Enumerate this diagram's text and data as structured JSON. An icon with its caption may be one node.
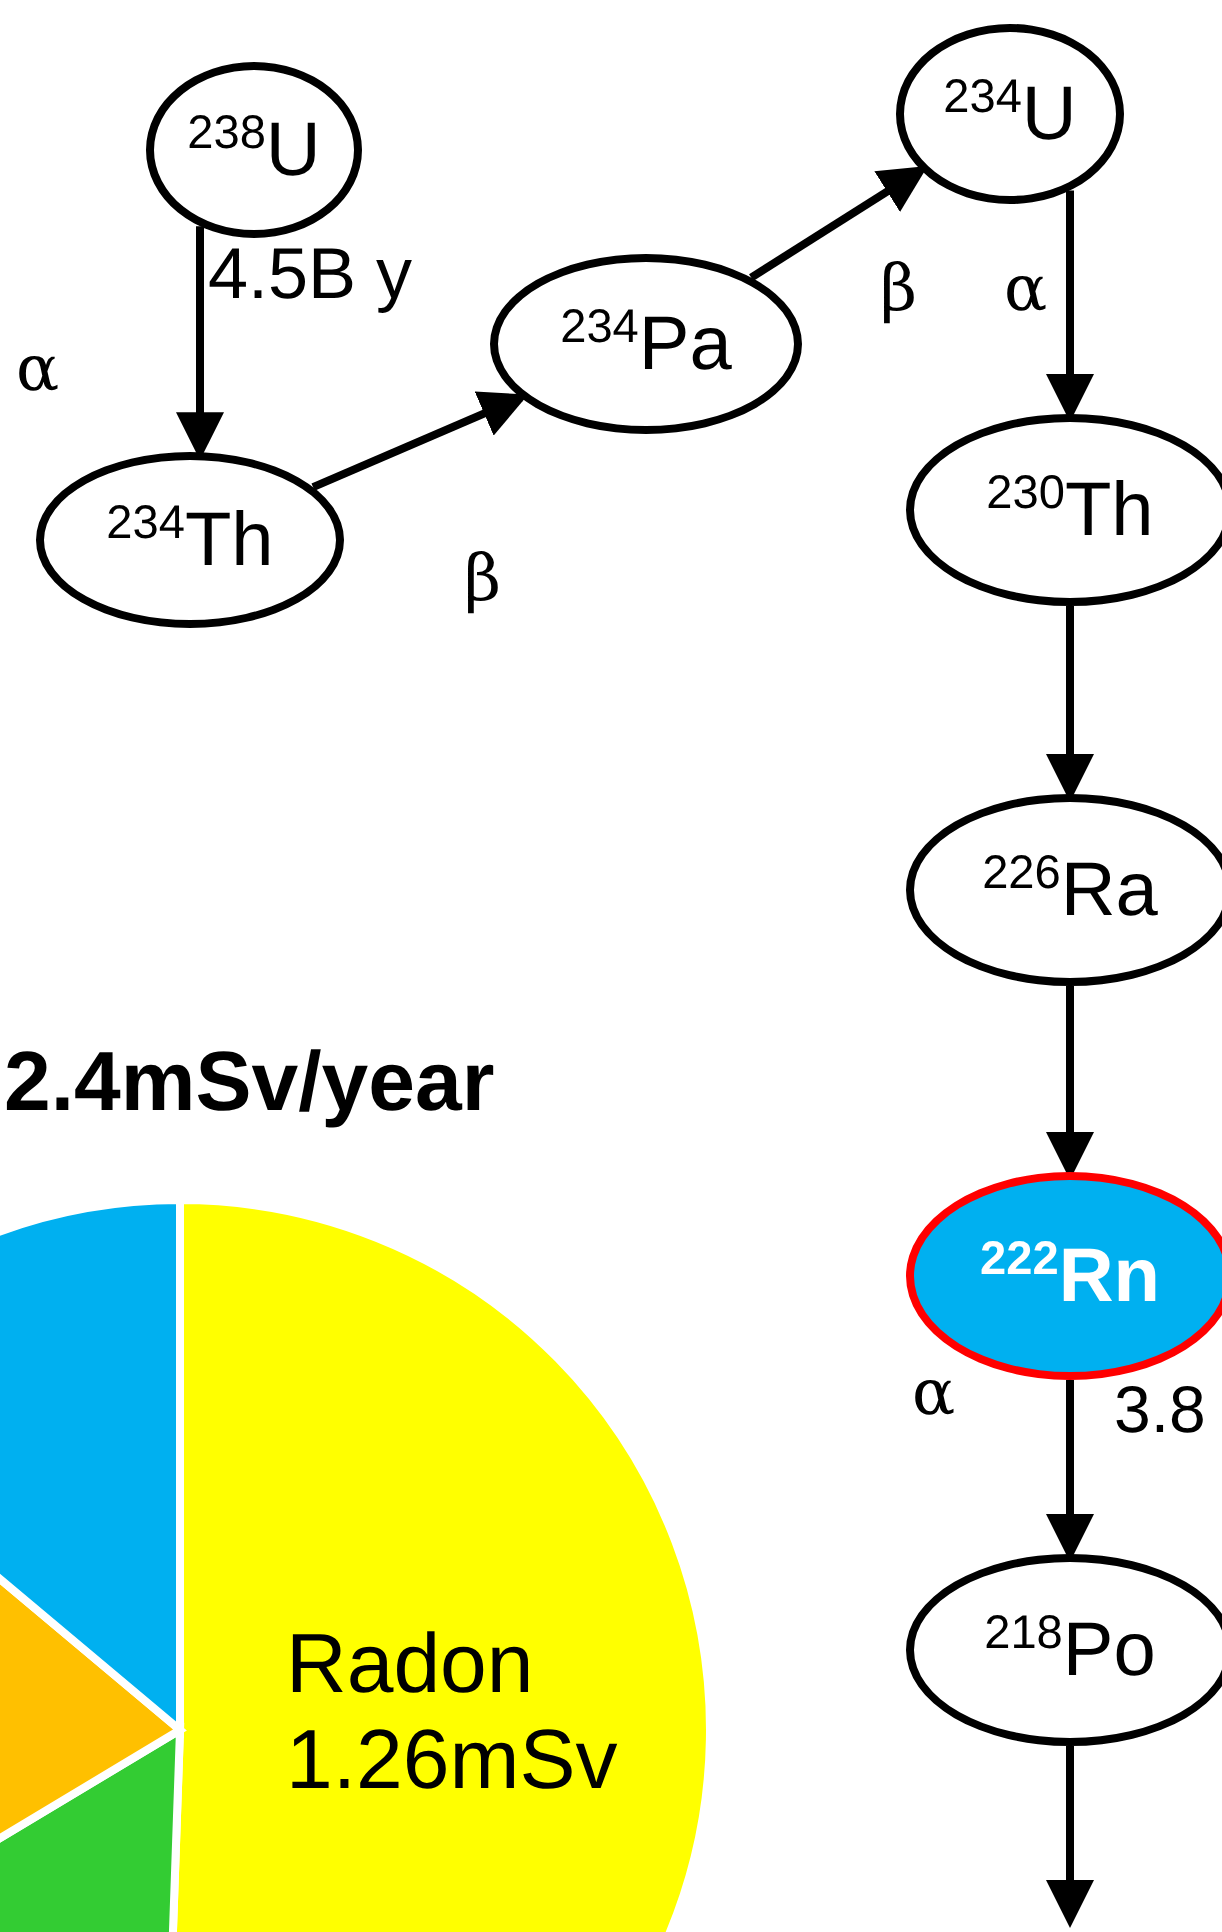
{
  "diagram": {
    "nodes": [
      {
        "text": [
          "$^{238}$U"
        ]
      },
      {
        "text": [
          "$^{234}$Th"
        ]
      },
      {
        "text": [
          "$^{234}$Pa"
        ]
      },
      {
        "text": [
          "$^{234}$U"
        ]
      },
      {
        "text": [
          "$^{230}$Th"
        ]
      },
      {
        "text": [
          "$^{226}$Ra"
        ]
      },
      {
        "text": [
          "$^{222}$Rn"
        ]
      },
      {
        "text": [
          "$^{218}$Po"
        ]
      }
    ],
    "edges": [
      {
        "from": 0,
        "to": 1,
        "arrow": "to",
        "label": "α"
      },
      {
        "from": 1,
        "to": 2,
        "arrow": "to",
        "label": "β"
      },
      {
        "from": 2,
        "to": 3,
        "arrow": "to",
        "label": "β"
      },
      {
        "from": 3,
        "to": 4,
        "arrow": "to",
        "label": "α"
      },
      {
        "from": 4,
        "to": 5,
        "arrow": "to"
      },
      {
        "from": 5,
        "to": 6,
        "arrow": "to"
      },
      {
        "from": 6,
        "to": 7,
        "arrow": "to",
        "label": "α"
      },
      {
        "from": 7,
        "to": null,
        "arrow": "to"
      }
    ],
    "labels": [
      "4.5B y",
      "3.8",
      "2.4mSv/year",
      "Radon 1.26mSv"
    ]
  }
}
